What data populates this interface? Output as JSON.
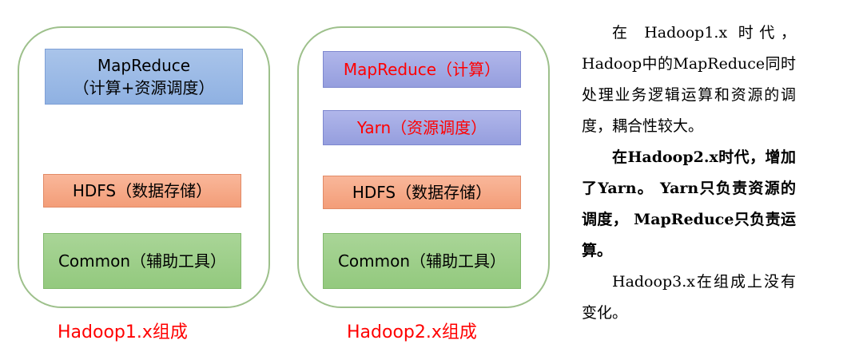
{
  "hadoop1": {
    "mapreduce_line1": "MapReduce",
    "mapreduce_line2": "（计算+资源调度）",
    "hdfs": "HDFS（数据存储）",
    "common": "Common（辅助工具）",
    "caption": "Hadoop1.x组成"
  },
  "hadoop2": {
    "mapreduce": "MapReduce（计算）",
    "yarn": "Yarn（资源调度）",
    "hdfs": "HDFS（数据存储）",
    "common": "Common（辅助工具）",
    "caption": "Hadoop2.x组成"
  },
  "description": {
    "para1": "在 Hadoop1.x 时代， Hadoop中的MapReduce同时处理业务逻辑运算和资源的调度，耦合性较大。",
    "para2": "在Hadoop2.x时代，增加了Yarn。 Yarn只负责资源的调度， MapReduce只负责运算。",
    "para3": "Hadoop3.x在组成上没有变化。"
  },
  "colors": {
    "border": "#9dc08b",
    "mapreduce_blue": "#8fb1e2",
    "yarn_purple": "#959ede",
    "hdfs_orange": "#f39d78",
    "common_green": "#93c97e",
    "red_text": "#ff0000"
  }
}
